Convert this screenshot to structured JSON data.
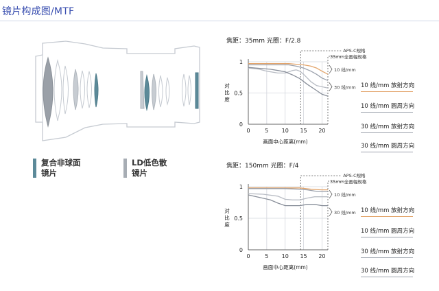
{
  "title": "镜片构成图/MTF",
  "legend_lens": [
    {
      "label_1": "复合非球面",
      "label_2": "镜片",
      "color": "#5c8a99"
    },
    {
      "label_1": "LD低色散",
      "label_2": "镜片",
      "color": "#a7adb4"
    }
  ],
  "chart_data": [
    {
      "type": "line",
      "title": "焦距：35mm  光圈：F/2.8",
      "xlabel": "画面中心距离(mm)",
      "ylabel": "对比度",
      "ylabel_chars": [
        "对",
        "比",
        "度"
      ],
      "xlim": [
        0,
        21.6
      ],
      "ylim": [
        0,
        1
      ],
      "xticks": [
        0,
        5,
        10,
        15,
        20
      ],
      "yticks": [
        0,
        0.5,
        1
      ],
      "ytick_labels": [
        "0",
        "0.5",
        "1"
      ],
      "grid": true,
      "aps_c_limit": 14.2,
      "full_frame_limit": 21.6,
      "annotations": {
        "aps_c": "APS-C规格",
        "full_frame": "35mm全画幅规格",
        "group_10": "10 线/mm",
        "group_30": "30 线/mm"
      },
      "series": [
        {
          "name": "10 线/mm  放射方向",
          "color": "#e3a46a",
          "x": [
            0,
            4,
            8,
            11,
            13,
            15,
            17,
            18.5,
            20,
            21.6
          ],
          "y": [
            0.97,
            0.97,
            0.97,
            0.97,
            0.96,
            0.95,
            0.93,
            0.9,
            0.85,
            0.8
          ]
        },
        {
          "name": "10 线/mm  圆周方向",
          "color": "#9aa0ab",
          "x": [
            0,
            4,
            8,
            11,
            13,
            15,
            17,
            18.5,
            20,
            21.6
          ],
          "y": [
            0.95,
            0.95,
            0.95,
            0.95,
            0.93,
            0.9,
            0.85,
            0.8,
            0.74,
            0.7
          ]
        },
        {
          "name": "30 线/mm  放射方向",
          "color": "#b8bcc4",
          "x": [
            0,
            3,
            5,
            8,
            10,
            12,
            13,
            14,
            15,
            17,
            18.5,
            20,
            21.6
          ],
          "y": [
            0.9,
            0.88,
            0.85,
            0.82,
            0.82,
            0.86,
            0.87,
            0.85,
            0.8,
            0.68,
            0.62,
            0.6,
            0.58
          ]
        },
        {
          "name": "30 线/mm  圆周方向",
          "color": "#888e99",
          "x": [
            0,
            2,
            4,
            6,
            8,
            10,
            12,
            14,
            16,
            18,
            20,
            21.6
          ],
          "y": [
            0.91,
            0.9,
            0.89,
            0.88,
            0.86,
            0.84,
            0.79,
            0.73,
            0.64,
            0.56,
            0.48,
            0.45
          ]
        }
      ]
    },
    {
      "type": "line",
      "title": "焦距：150mm  光圈：F/4",
      "xlabel": "画面中心距离(mm)",
      "ylabel": "对比度",
      "ylabel_chars": [
        "对",
        "比",
        "度"
      ],
      "xlim": [
        0,
        21.6
      ],
      "ylim": [
        0,
        1
      ],
      "xticks": [
        0,
        5,
        10,
        15,
        20
      ],
      "yticks": [
        0,
        0.5,
        1
      ],
      "ytick_labels": [
        "0",
        "0.5",
        "1"
      ],
      "grid": true,
      "aps_c_limit": 14.2,
      "full_frame_limit": 21.6,
      "annotations": {
        "aps_c": "APS-C规格",
        "full_frame": "35mm全画幅规格",
        "group_10": "10 线/mm",
        "group_30": "30 线/mm"
      },
      "series": [
        {
          "name": "10 线/mm  放射方向",
          "color": "#e3a46a",
          "x": [
            0,
            5,
            10,
            14,
            17,
            20,
            21.6
          ],
          "y": [
            0.98,
            0.98,
            0.98,
            0.98,
            0.96,
            0.95,
            0.95
          ]
        },
        {
          "name": "10 线/mm  圆周方向",
          "color": "#9aa0ab",
          "x": [
            0,
            5,
            10,
            14,
            16,
            18,
            20,
            21.6
          ],
          "y": [
            0.97,
            0.97,
            0.97,
            0.96,
            0.95,
            0.93,
            0.92,
            0.92
          ]
        },
        {
          "name": "30 线/mm  放射方向",
          "color": "#b8bcc4",
          "x": [
            0,
            4,
            8,
            10,
            12,
            14,
            16,
            18,
            20,
            21.6
          ],
          "y": [
            0.89,
            0.88,
            0.85,
            0.8,
            0.79,
            0.79,
            0.82,
            0.84,
            0.84,
            0.84
          ]
        },
        {
          "name": "30 线/mm  圆周方向",
          "color": "#888e99",
          "x": [
            0,
            3,
            6,
            8,
            10,
            12,
            14,
            16,
            18,
            20,
            21.6
          ],
          "y": [
            0.87,
            0.83,
            0.79,
            0.74,
            0.7,
            0.7,
            0.7,
            0.72,
            0.72,
            0.7,
            0.7
          ]
        }
      ]
    }
  ],
  "mtf_legends": [
    {
      "items": [
        "10 线/mm  放射方向",
        "10 线/mm  圆周方向",
        "30 线/mm  放射方向",
        "30 线/mm  圆周方向"
      ]
    },
    {
      "items": [
        "10 线/mm  放射方向",
        "10 线/mm  圆周方向",
        "30 线/mm  放射方向",
        "30 线/mm  圆周方向"
      ]
    }
  ]
}
